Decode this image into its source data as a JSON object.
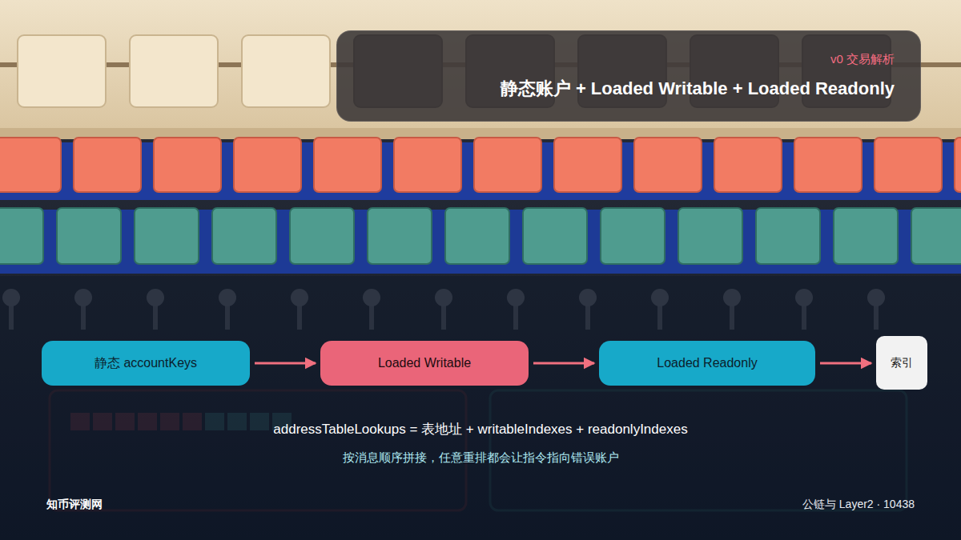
{
  "diagram": {
    "nodes": [
      {
        "text": [
          "v0 交易解析",
          "静态账户 + Loaded Writable + Loaded Readonly"
        ]
      },
      {
        "text": [
          "静态 accountKeys"
        ]
      },
      {
        "text": [
          "Loaded Writable"
        ]
      },
      {
        "text": [
          "Loaded Readonly"
        ]
      },
      {
        "text": [
          "索引"
        ]
      }
    ],
    "edges": [
      {
        "from": 1,
        "to": 2,
        "arrow": "to"
      },
      {
        "from": 2,
        "to": 3,
        "arrow": "to"
      },
      {
        "from": 3,
        "to": 4,
        "arrow": "to"
      }
    ],
    "labels": [
      "addressTableLookups = 表地址 + writableIndexes + readonlyIndexes",
      "按消息顺序拼接，任意重排都会让指令指向错误账户",
      "知币评测网",
      "公链与 Layer2 · 10438"
    ]
  }
}
